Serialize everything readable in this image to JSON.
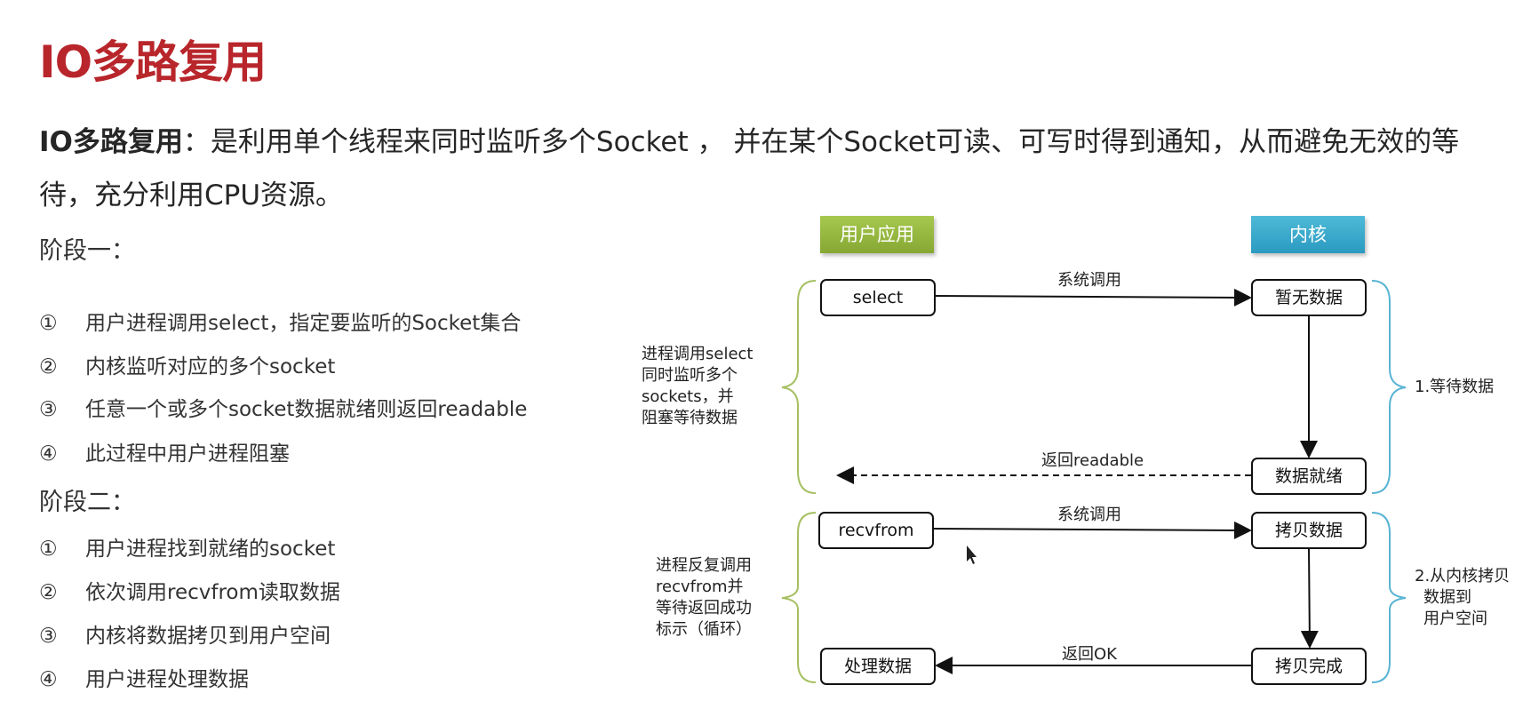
{
  "title": "IO多路复用",
  "intro": {
    "term": "IO多路复用",
    "text": "：是利用单个线程来同时监听多个Socket ， 并在某个Socket可读、可写时得到通知，从而避免无效的等待，充分利用CPU资源。"
  },
  "stage1": {
    "title": "阶段一：",
    "steps": [
      {
        "num": "①",
        "text": "用户进程调用select，指定要监听的Socket集合"
      },
      {
        "num": "②",
        "text": "内核监听对应的多个socket"
      },
      {
        "num": "③",
        "text": "任意一个或多个socket数据就绪则返回readable"
      },
      {
        "num": "④",
        "text": "此过程中用户进程阻塞"
      }
    ]
  },
  "stage2": {
    "title": "阶段二：",
    "steps": [
      {
        "num": "①",
        "text": "用户进程找到就绪的socket"
      },
      {
        "num": "②",
        "text": "依次调用recvfrom读取数据"
      },
      {
        "num": "③",
        "text": "内核将数据拷贝到用户空间"
      },
      {
        "num": "④",
        "text": "用户进程处理数据"
      }
    ]
  },
  "diagram": {
    "user_header": "用户应用",
    "kernel_header": "内核",
    "colors": {
      "user": "#9bbb45",
      "kernel": "#3aa8cc",
      "brace_user": "#a6c062",
      "brace_kernel": "#5ab4d4"
    },
    "boxes": {
      "select": "select",
      "no_data": "暂无数据",
      "data_ready": "数据就绪",
      "recvfrom": "recvfrom",
      "copy_data": "拷贝数据",
      "copy_done": "拷贝完成",
      "process": "处理数据"
    },
    "arrows": {
      "syscall1": "系统调用",
      "return_readable": "返回readable",
      "syscall2": "系统调用",
      "return_ok": "返回OK"
    },
    "left_notes": {
      "phase1": [
        "进程调用select",
        "同时监听多个",
        "sockets，并",
        "阻塞等待数据"
      ],
      "phase2": [
        "进程反复调用",
        "recvfrom并",
        "等待返回成功",
        "标示（循环）"
      ]
    },
    "right_notes": {
      "phase1": [
        "1.等待数据"
      ],
      "phase2": [
        "2.从内核拷贝",
        "数据到",
        " 用户空间"
      ]
    }
  }
}
